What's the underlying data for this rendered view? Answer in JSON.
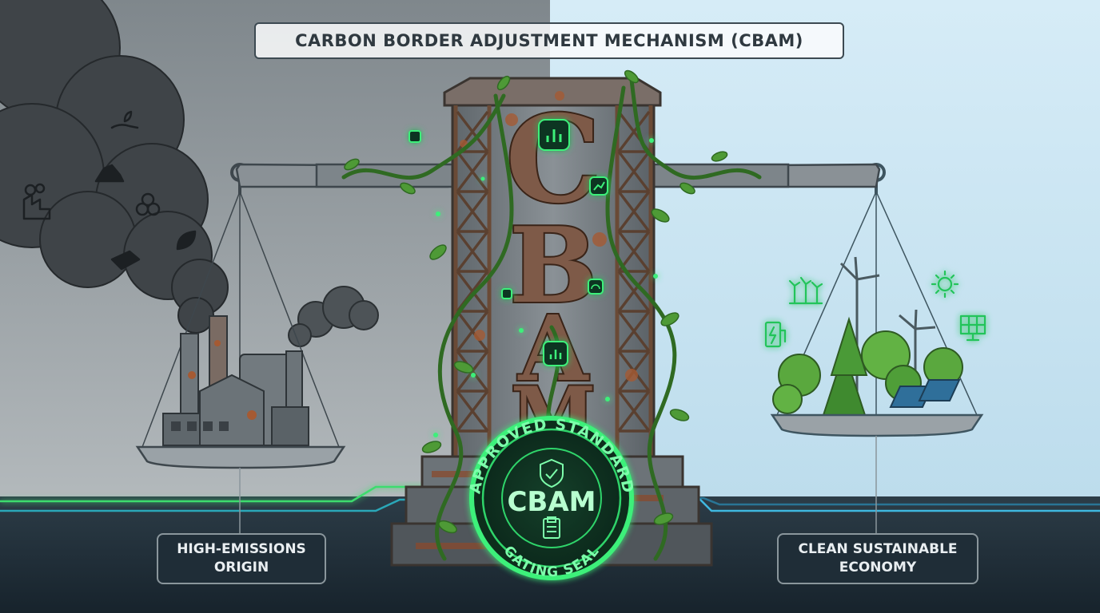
{
  "title": "CARBON BORDER ADJUSTMENT MECHANISM (CBAM)",
  "tower_letters": [
    "C",
    "B",
    "A",
    "M"
  ],
  "seal": {
    "top_text": "APPROVED STANDARD",
    "center_text": "CBAM",
    "bottom_text": "GATING SEAL"
  },
  "left_label": {
    "line1": "HIGH-EMISSIONS",
    "line2": "ORIGIN"
  },
  "right_label": {
    "line1": "CLEAN SUSTAINABLE",
    "line2": "ECONOMY"
  },
  "colors": {
    "sky_left": "#8f979c",
    "sky_right": "#cfe8f4",
    "ground": "#1e2b35",
    "rust": "#7a4a33",
    "steel": "#6e757a",
    "vine_green": "#3d7a2c",
    "glow_green": "#39f07a",
    "tree_green": "#5aa83e"
  },
  "icons": {
    "smoke_cloud": [
      "plant-hand-icon",
      "ore-pile-icon",
      "factory-icon",
      "log-pile-icon",
      "leaf-icon",
      "coal-brick-icon"
    ],
    "clean_side": [
      "wind-turbines-icon",
      "sun-icon",
      "ev-charger-icon",
      "solar-panel-icon"
    ],
    "tower_badges": [
      "bar-chart-icon",
      "growth-chart-icon",
      "gauge-icon",
      "bar-chart-icon",
      "node-icon",
      "node-icon"
    ]
  }
}
